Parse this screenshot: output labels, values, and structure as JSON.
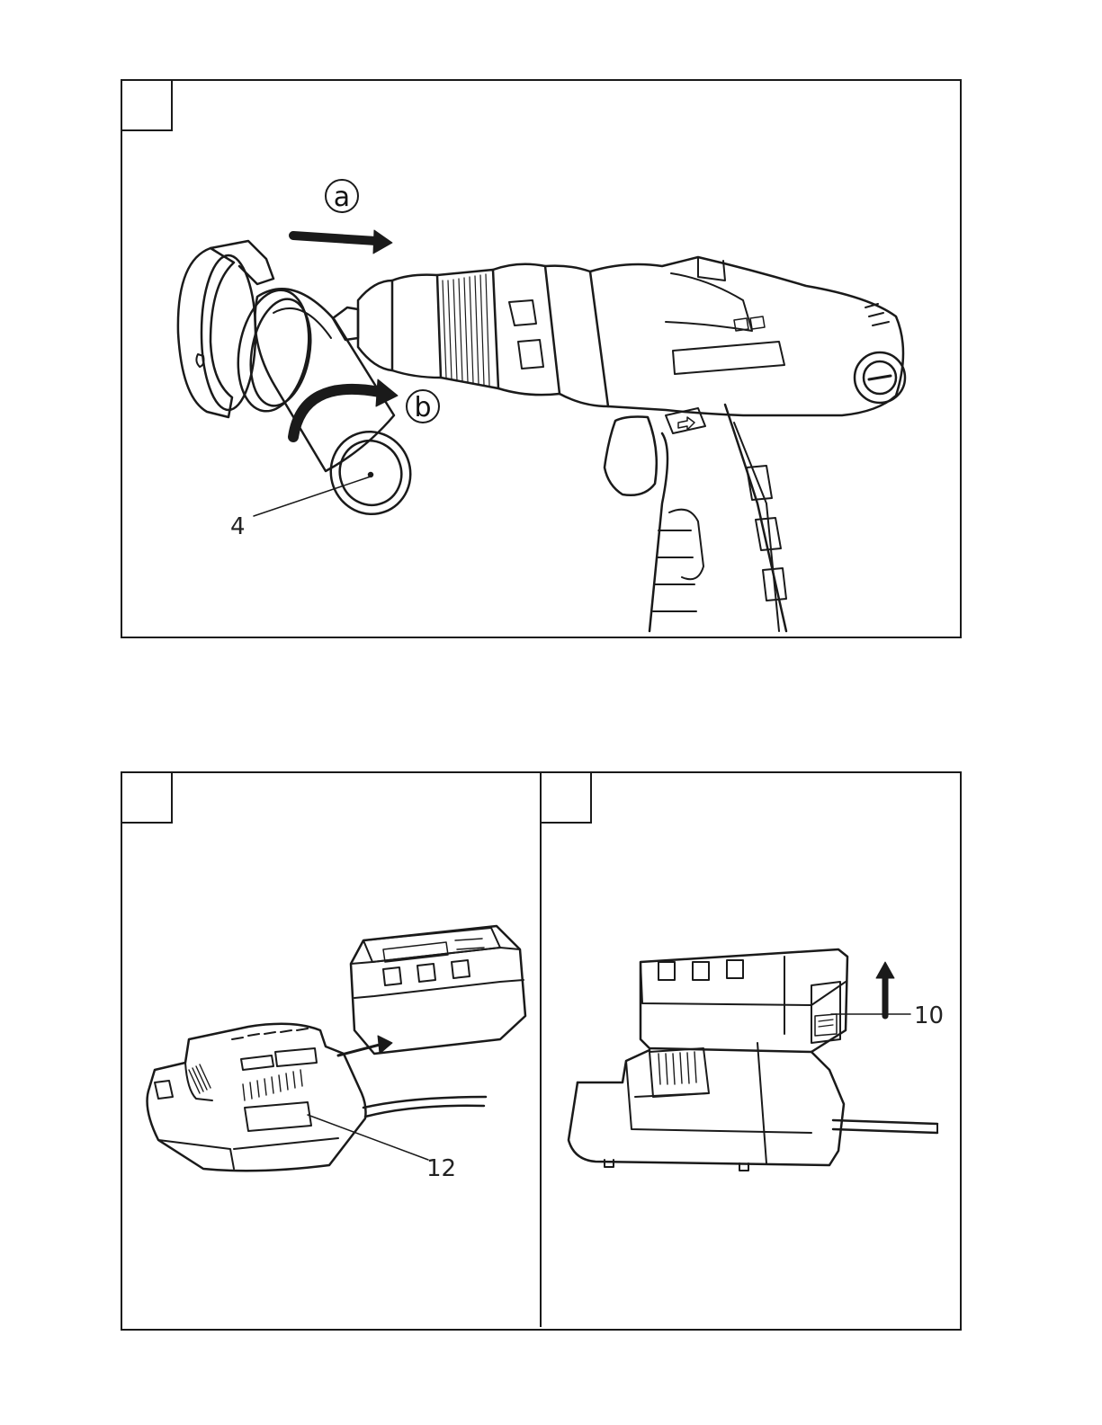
{
  "figure1": {
    "step_a": "a",
    "step_b": "b",
    "callout_4": "4"
  },
  "figure2": {
    "callout_12": "12"
  },
  "figure3": {
    "callout_10": "10"
  }
}
